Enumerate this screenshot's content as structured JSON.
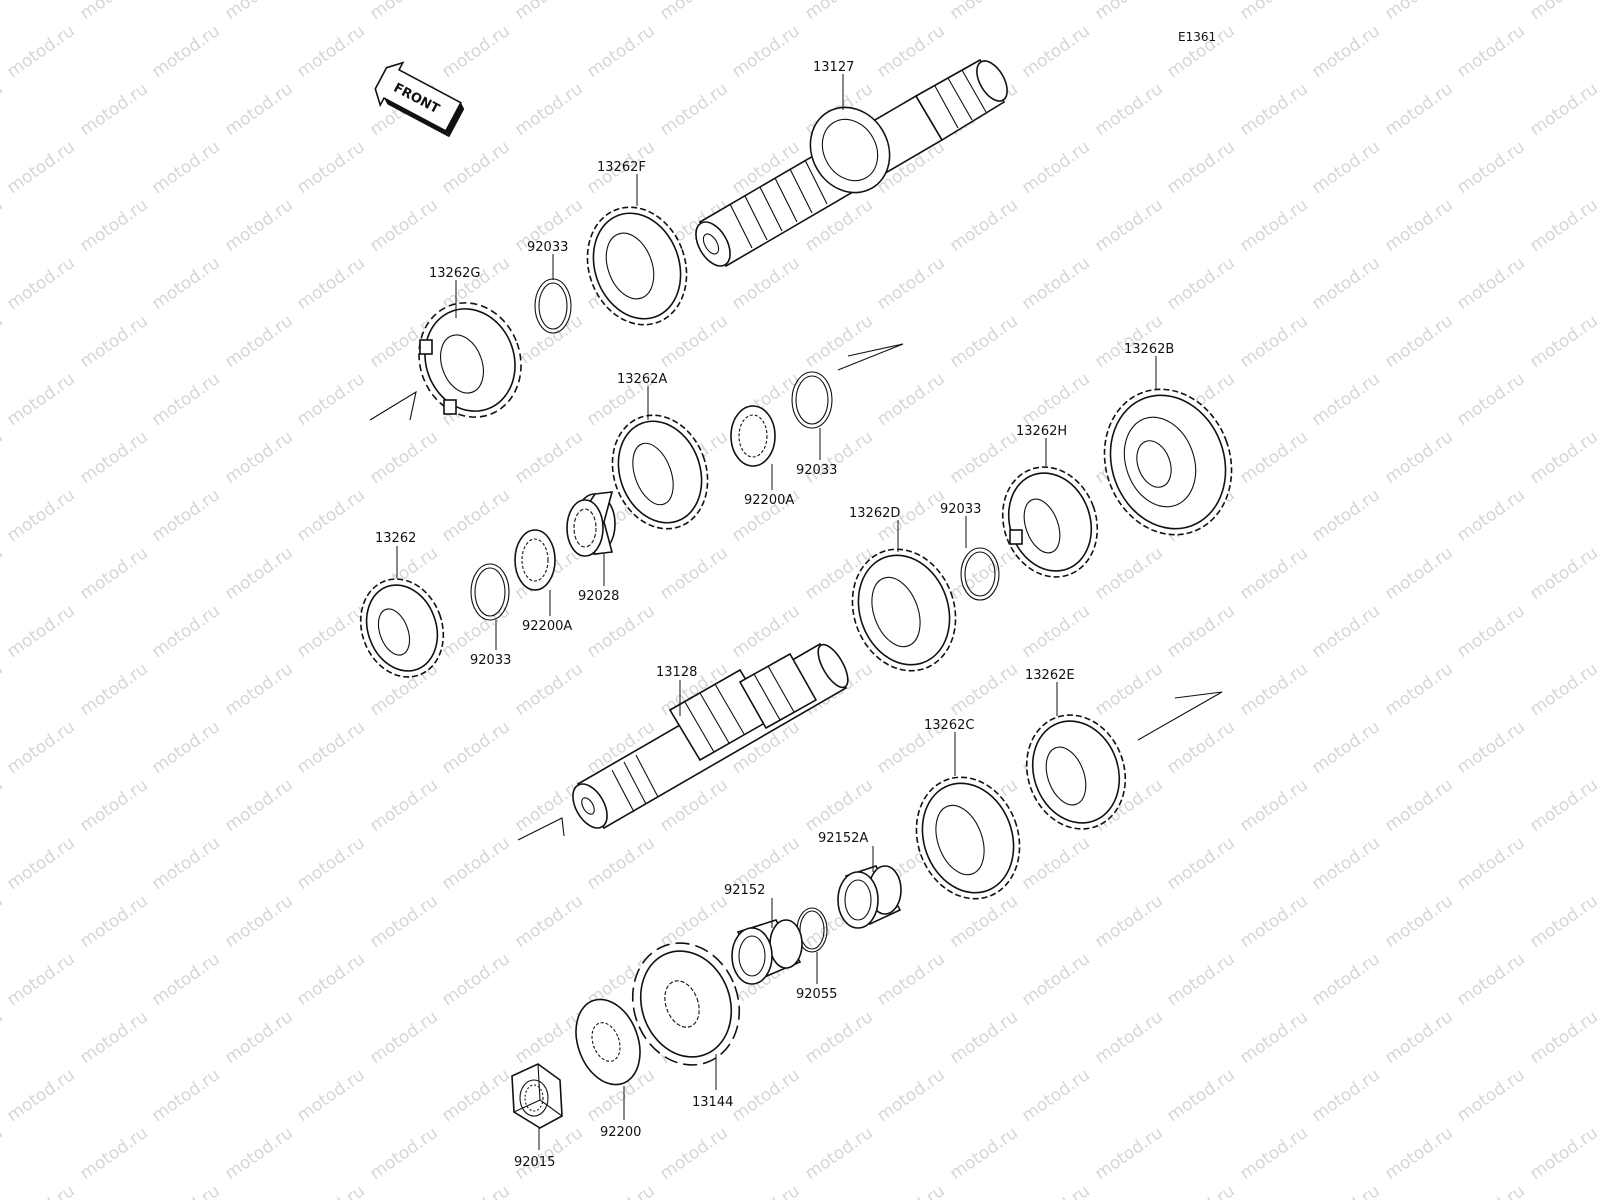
{
  "diagram_code": "E1361",
  "direction_label": "FRONT",
  "watermark": "motod.ru",
  "parts": [
    {
      "id": "13127"
    },
    {
      "id": "13262F"
    },
    {
      "id": "92033-top"
    },
    {
      "id": "13262G"
    },
    {
      "id": "13262A"
    },
    {
      "id": "92200A-upper"
    },
    {
      "id": "92033-upper-right"
    },
    {
      "id": "13262B"
    },
    {
      "id": "13262H"
    },
    {
      "id": "92033-mid-right"
    },
    {
      "id": "13262D"
    },
    {
      "id": "92028"
    },
    {
      "id": "92200A-lower"
    },
    {
      "id": "92033-lower-left"
    },
    {
      "id": "13262"
    },
    {
      "id": "13128"
    },
    {
      "id": "13262E"
    },
    {
      "id": "13262C"
    },
    {
      "id": "92152A"
    },
    {
      "id": "92152"
    },
    {
      "id": "92055"
    },
    {
      "id": "13144"
    },
    {
      "id": "92200"
    },
    {
      "id": "92015"
    }
  ],
  "labels": {
    "13127": "13127",
    "13262F": "13262F",
    "92033-top": "92033",
    "13262G": "13262G",
    "13262A": "13262A",
    "92200A-upper": "92200A",
    "92033-upper-right": "92033",
    "13262B": "13262B",
    "13262H": "13262H",
    "92033-mid-right": "92033",
    "13262D": "13262D",
    "92028": "92028",
    "92200A-lower": "92200A",
    "92033-lower-left": "92033",
    "13262": "13262",
    "13128": "13128",
    "13262E": "13262E",
    "13262C": "13262C",
    "92152A": "92152A",
    "92152": "92152",
    "92055": "92055",
    "13144": "13144",
    "92200": "92200",
    "92015": "92015"
  }
}
